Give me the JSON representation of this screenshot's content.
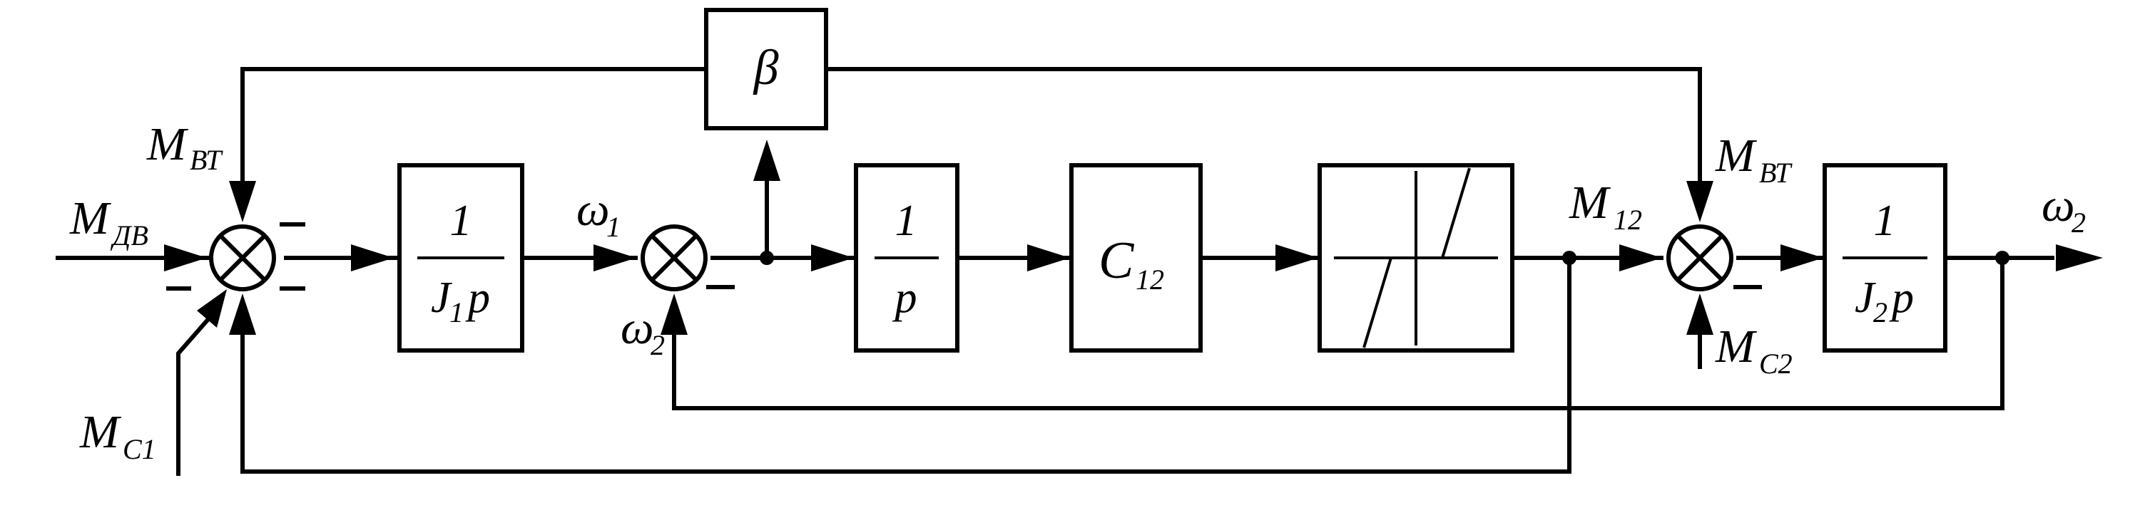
{
  "diagram": {
    "blocks": {
      "beta": "β",
      "one": "1",
      "J1": "J",
      "J1_sub": "1",
      "p": "p",
      "J2": "J",
      "J2_sub": "2",
      "C": "C",
      "C_sub": "12"
    },
    "signals": {
      "M_dv": "M",
      "M_dv_sub": "ДВ",
      "M_vt": "M",
      "M_vt_sub": "ВТ",
      "M_c1": "M",
      "M_c1_sub": "С1",
      "M_c2": "M",
      "M_c2_sub": "С2",
      "M_12": "M",
      "M_12_sub": "12",
      "omega": "ω",
      "omega1_sub": "1",
      "omega2_sub": "2"
    }
  }
}
